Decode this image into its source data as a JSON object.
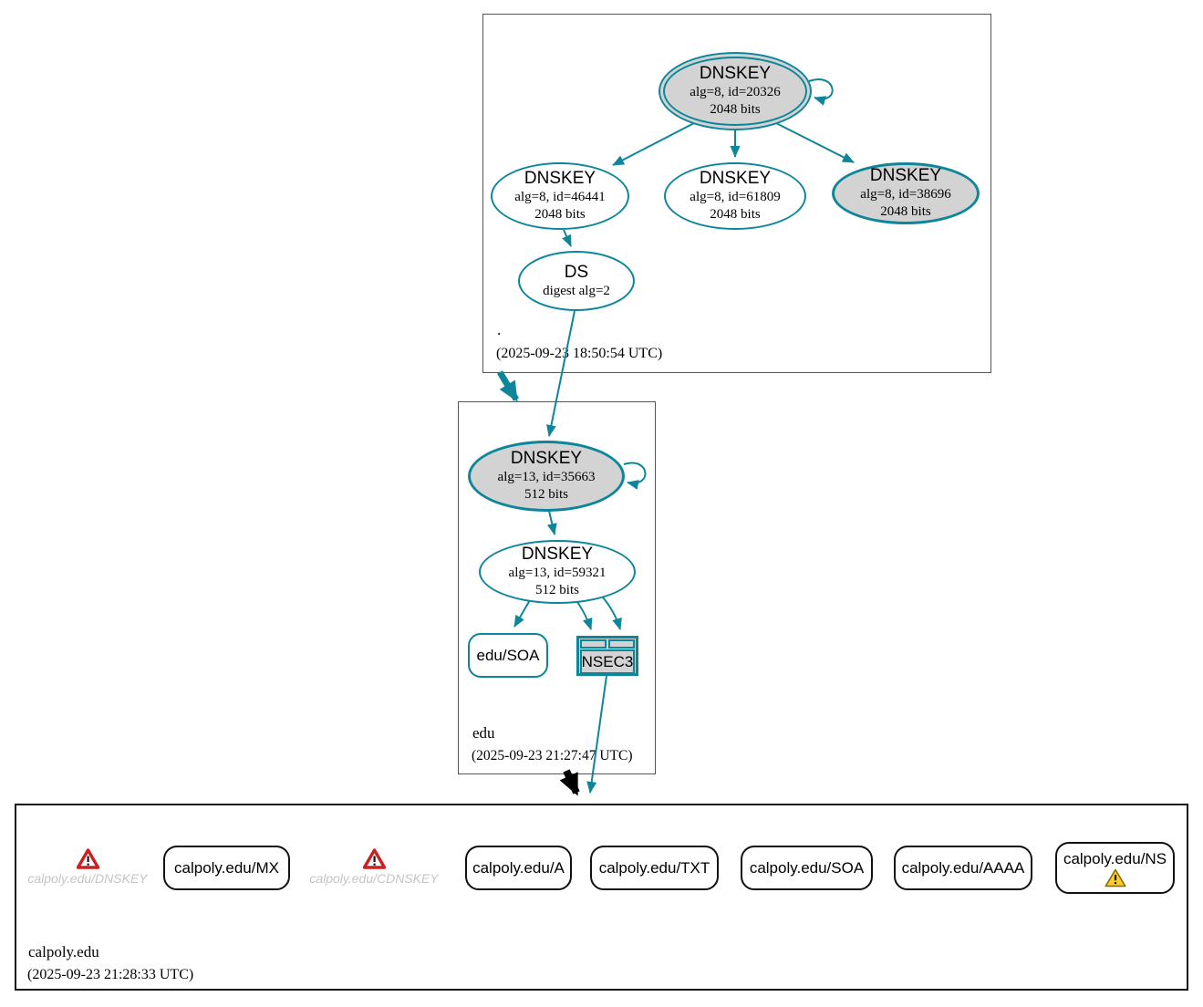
{
  "colors": {
    "accent": "#0d869a",
    "node_gray_fill": "#d3d3d3",
    "warning_red": "#cc2020",
    "warning_yellow": "#fbca2d",
    "muted_text": "#c4c4c4"
  },
  "root_zone": {
    "label": ".",
    "timestamp": "(2025-09-23 18:50:54 UTC)",
    "ksk": {
      "title": "DNSKEY",
      "line2": "alg=8, id=20326",
      "line3": "2048 bits"
    },
    "zsk1": {
      "title": "DNSKEY",
      "line2": "alg=8, id=46441",
      "line3": "2048 bits"
    },
    "zsk2": {
      "title": "DNSKEY",
      "line2": "alg=8, id=61809",
      "line3": "2048 bits"
    },
    "zsk3": {
      "title": "DNSKEY",
      "line2": "alg=8, id=38696",
      "line3": "2048 bits"
    },
    "ds": {
      "title": "DS",
      "line2": "digest alg=2"
    }
  },
  "edu_zone": {
    "label": "edu",
    "timestamp": "(2025-09-23 21:27:47 UTC)",
    "ksk": {
      "title": "DNSKEY",
      "line2": "alg=13, id=35663",
      "line3": "512 bits"
    },
    "zsk": {
      "title": "DNSKEY",
      "line2": "alg=13, id=59321",
      "line3": "512 bits"
    },
    "soa": {
      "label": "edu/SOA"
    },
    "nsec3": {
      "label": "NSEC3"
    }
  },
  "calpoly_zone": {
    "label": "calpoly.edu",
    "timestamp": "(2025-09-23 21:28:33 UTC)",
    "missing": [
      {
        "label": "calpoly.edu/DNSKEY"
      },
      {
        "label": "calpoly.edu/CDNSKEY"
      }
    ],
    "rrsets": [
      {
        "label": "calpoly.edu/MX"
      },
      {
        "label": "calpoly.edu/A"
      },
      {
        "label": "calpoly.edu/TXT"
      },
      {
        "label": "calpoly.edu/SOA"
      },
      {
        "label": "calpoly.edu/AAAA"
      },
      {
        "label": "calpoly.edu/NS",
        "warning": true
      }
    ]
  }
}
